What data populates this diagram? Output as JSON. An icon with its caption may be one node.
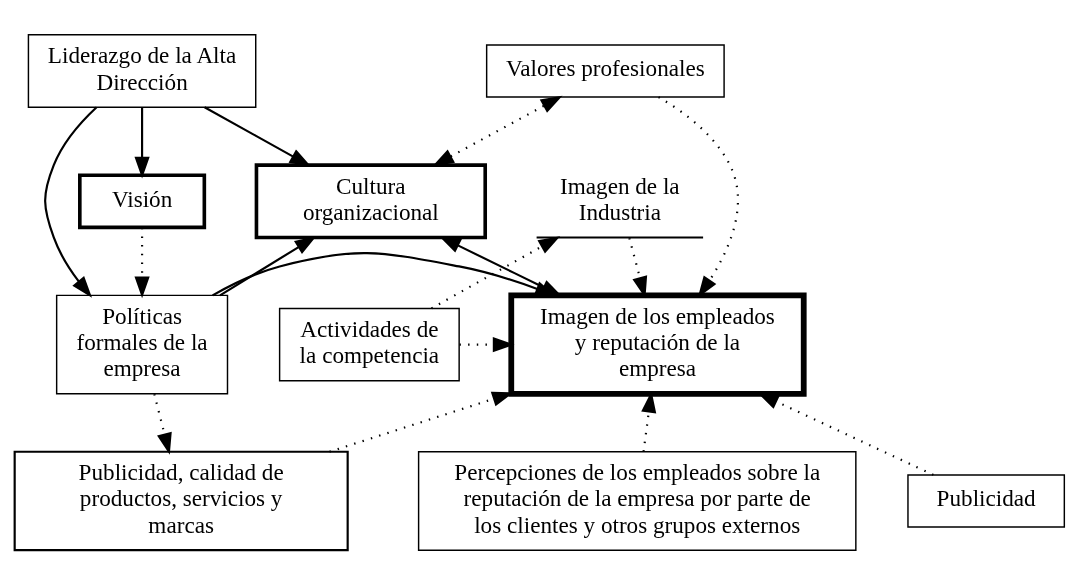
{
  "diagram": {
    "nodes": [
      {
        "text": [
          "Liderazgo de la Alta Dirección"
        ]
      },
      {
        "text": [
          "Valores profesionales"
        ]
      },
      {
        "text": [
          "Imagen de la Industria"
        ]
      },
      {
        "text": [
          "Visión"
        ]
      },
      {
        "text": [
          "Cultura organizacional"
        ]
      },
      {
        "text": [
          "Actividades de la competencia"
        ]
      },
      {
        "text": [
          "Políticas formales de la empresa"
        ]
      },
      {
        "text": [
          "Imagen de los empleados y reputación de la empresa"
        ]
      },
      {
        "text": [
          "Publicidad"
        ]
      },
      {
        "text": [
          "Publicidad, calidad de productos, servicios y marcas"
        ]
      },
      {
        "text": [
          "Percepciones de los empleados sobre la reputación de la empresa por parte de los clientes y otros grupos externos"
        ]
      }
    ],
    "edges": [
      {
        "from": 0,
        "to": 6,
        "arrow": "to"
      },
      {
        "from": 0,
        "to": 4,
        "arrow": "to"
      },
      {
        "from": 0,
        "to": 3,
        "arrow": "to"
      },
      {
        "from": 4,
        "to": 1,
        "arrow": "both",
        "style": "dashed"
      },
      {
        "from": 3,
        "to": 6,
        "arrow": "to",
        "style": "dashed"
      },
      {
        "from": 6,
        "to": 4,
        "arrow": "to"
      },
      {
        "from": 4,
        "to": 7,
        "arrow": "both"
      },
      {
        "from": 1,
        "to": 7,
        "arrow": "to",
        "style": "dashed"
      },
      {
        "from": 2,
        "to": 7,
        "arrow": "to",
        "style": "dashed"
      },
      {
        "from": 5,
        "to": 2,
        "arrow": "to",
        "style": "dashed"
      },
      {
        "from": 5,
        "to": 7,
        "arrow": "to",
        "style": "dashed"
      },
      {
        "from": 8,
        "to": 7,
        "arrow": "to",
        "style": "dashed"
      },
      {
        "from": 6,
        "to": 7,
        "arrow": "to"
      },
      {
        "from": 6,
        "to": 9,
        "arrow": "to",
        "style": "dashed"
      },
      {
        "from": 9,
        "to": 7,
        "arrow": "to",
        "style": "dashed"
      },
      {
        "from": 10,
        "to": 7,
        "arrow": "to",
        "style": "dashed"
      }
    ]
  }
}
